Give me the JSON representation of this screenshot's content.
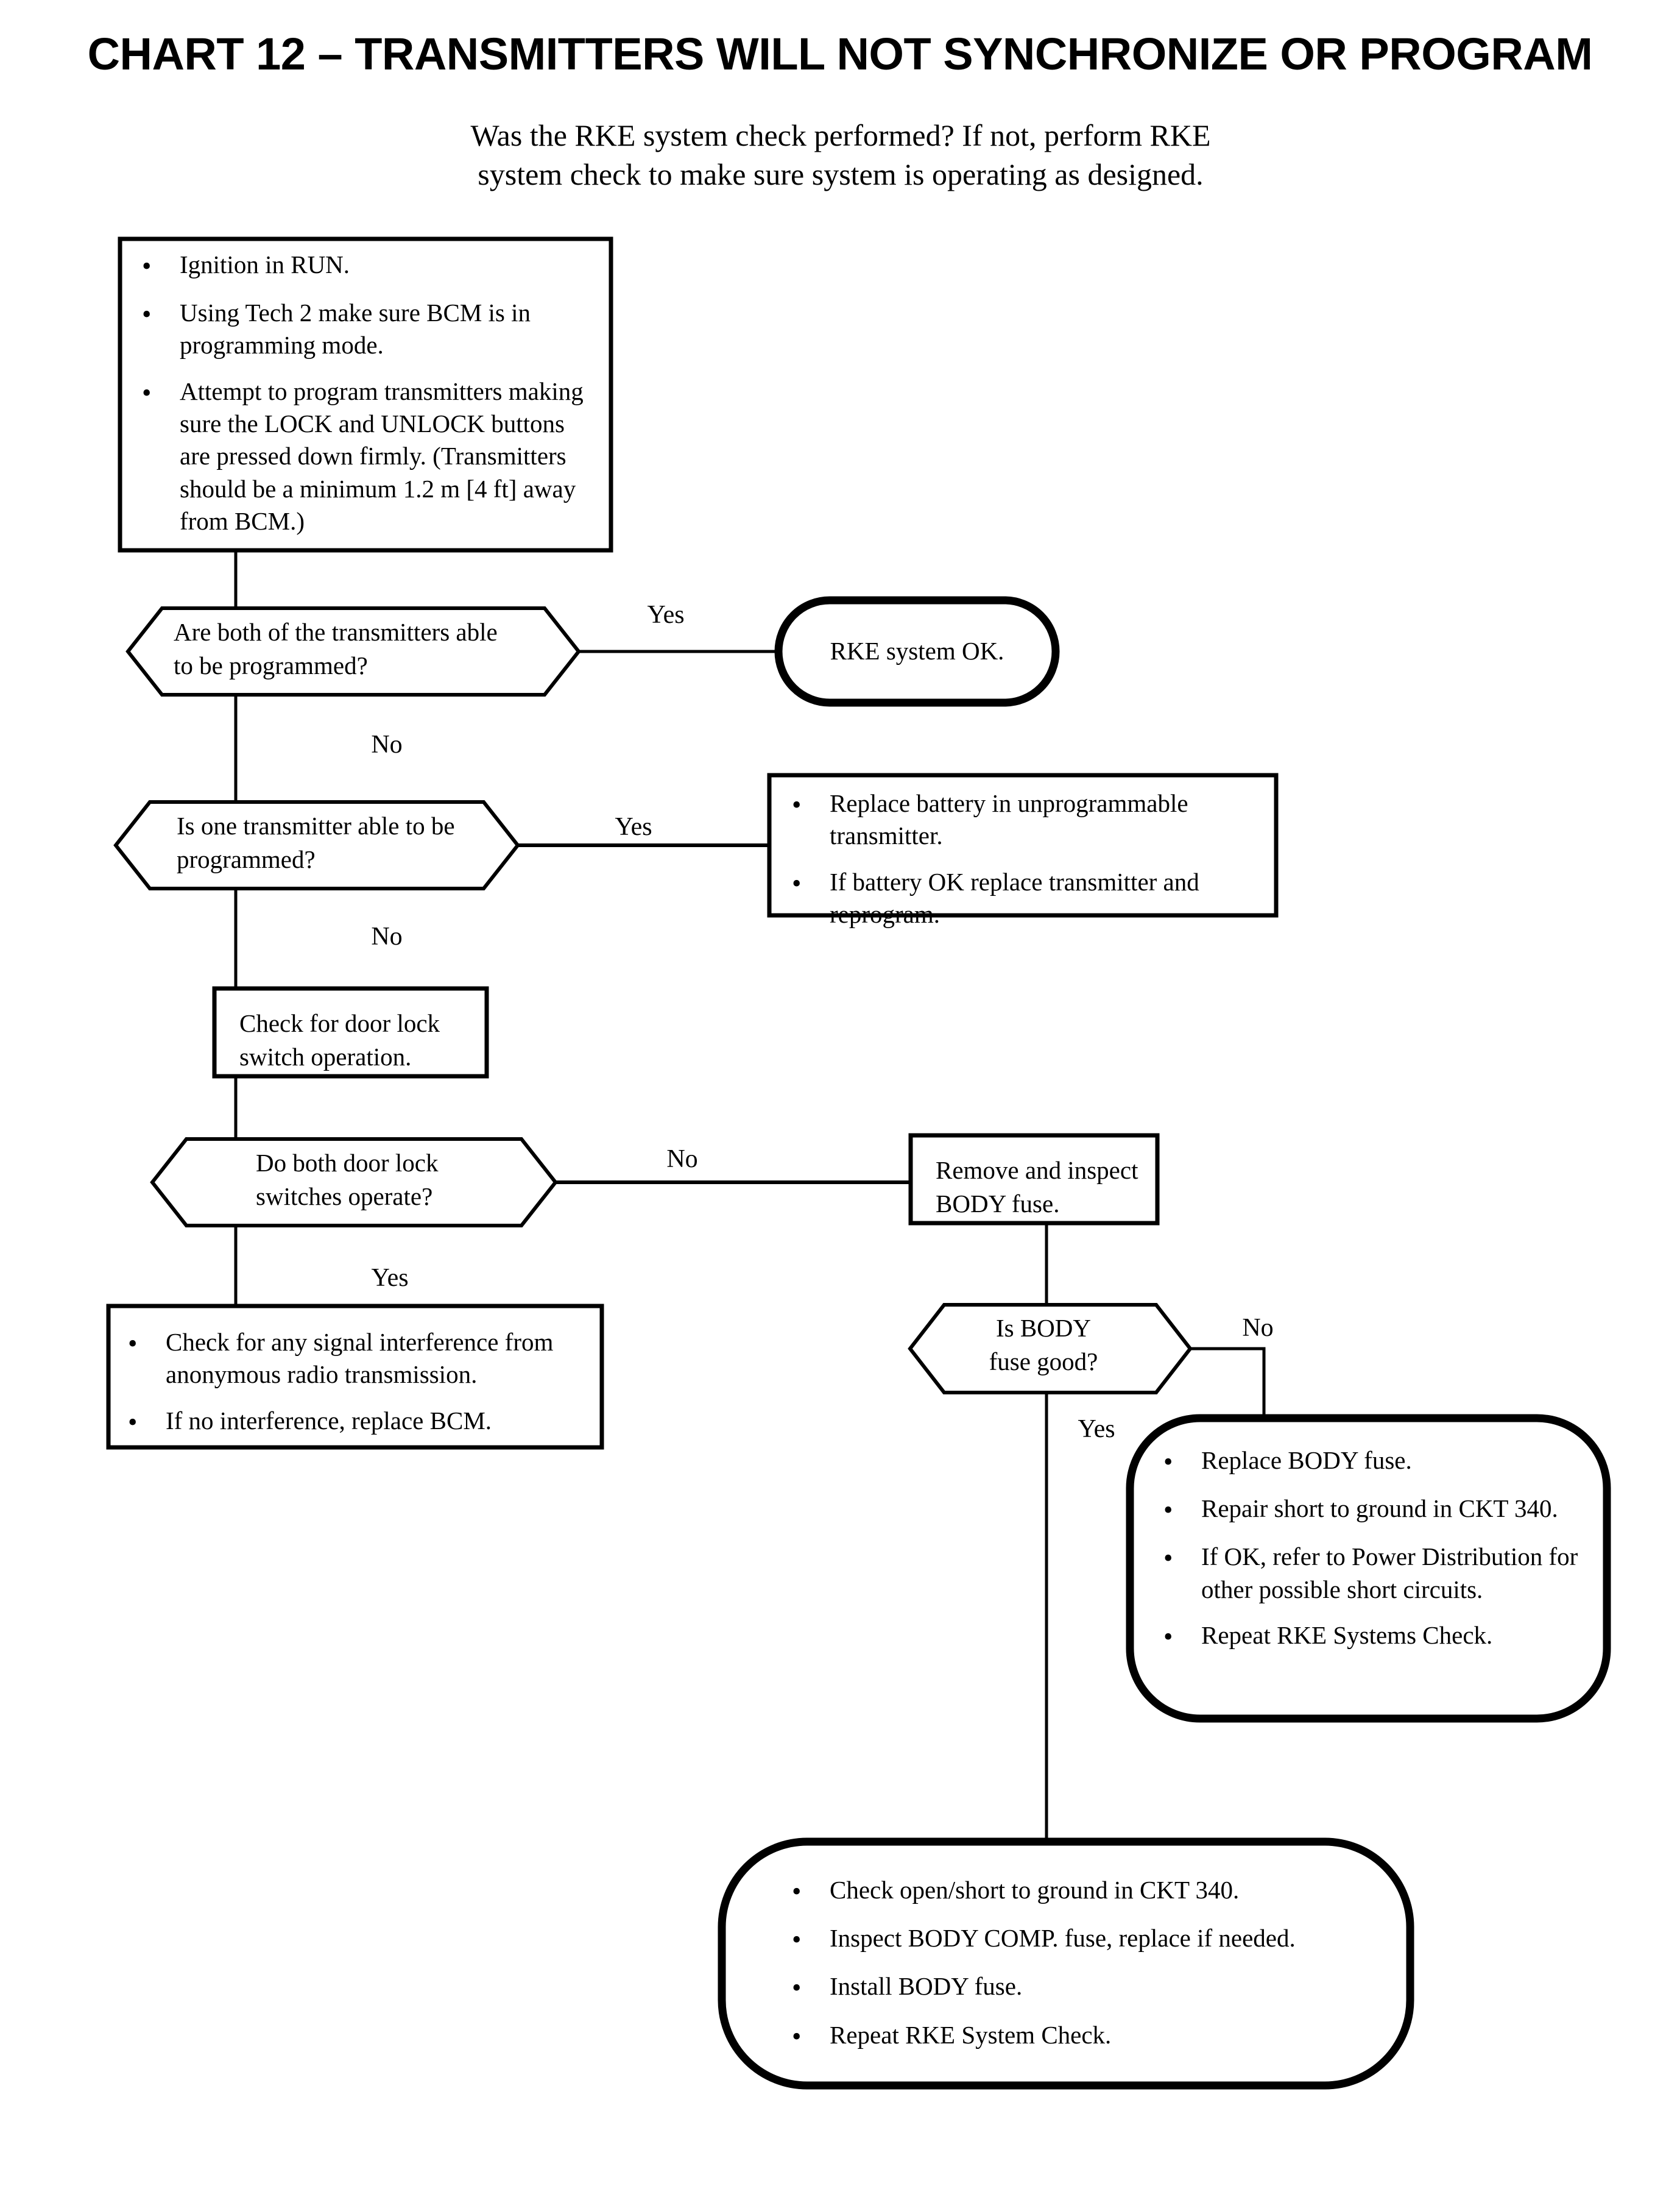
{
  "chart": {
    "title": "CHART 12 – TRANSMITTERS WILL NOT SYNCHRONIZE OR PROGRAM",
    "intro_line1": "Was the RKE system check performed? If not, perform RKE",
    "intro_line2": "system check to make sure system is operating as designed.",
    "ink_color": "#000000",
    "paper_color": "#ffffff"
  },
  "nodes": {
    "start_steps": {
      "type": "process",
      "bullets": [
        "Ignition in RUN.",
        "Using Tech 2 make sure BCM is in programming mode.",
        "Attempt to program transmitters making sure the LOCK and UNLOCK buttons are pressed down firmly. (Transmitters should be a minimum 1.2 m [4 ft] away from BCM.)"
      ]
    },
    "decision_both_transmitters": {
      "type": "decision",
      "line1": "Are both of the transmitters able",
      "line2": "to be programmed?"
    },
    "terminal_rke_ok": {
      "type": "terminal",
      "text": "RKE system OK."
    },
    "decision_one_transmitter": {
      "type": "decision",
      "line1": "Is one transmitter able to be",
      "line2": "programmed?"
    },
    "action_replace_battery": {
      "type": "process",
      "bullets": [
        "Replace battery in unprogrammable transmitter.",
        "If battery OK replace transmitter and reprogram."
      ]
    },
    "process_check_door_lock": {
      "type": "process",
      "line1": "Check for door lock",
      "line2": "switch operation."
    },
    "decision_door_lock_switches": {
      "type": "decision",
      "line1": "Do both door lock",
      "line2": "switches operate?"
    },
    "process_remove_body_fuse": {
      "type": "process",
      "line1": "Remove and inspect",
      "line2": "BODY fuse."
    },
    "action_signal_interference": {
      "type": "process",
      "bullets": [
        "Check for any signal interference from anonymous radio transmission.",
        "If no interference, replace BCM."
      ]
    },
    "decision_body_fuse_good": {
      "type": "decision",
      "line1": "Is BODY",
      "line2": "fuse good?"
    },
    "terminal_replace_body_fuse": {
      "type": "terminal",
      "bullets": [
        "Replace BODY  fuse.",
        "Repair short to ground in CKT 340.",
        "If OK, refer to Power Distribution for other possible short circuits.",
        "Repeat RKE Systems Check."
      ]
    },
    "terminal_check_ckt340": {
      "type": "terminal",
      "bullets": [
        "Check open/short to ground in CKT 340.",
        "Inspect BODY COMP.  fuse, replace if needed.",
        "Install BODY fuse.",
        "Repeat RKE System Check."
      ]
    }
  },
  "edge_labels": {
    "both_yes": "Yes",
    "both_no": "No",
    "one_yes": "Yes",
    "one_no": "No",
    "doorlock_no": "No",
    "doorlock_yes": "Yes",
    "fuse_no": "No",
    "fuse_yes": "Yes"
  },
  "bullet_glyph": "•"
}
